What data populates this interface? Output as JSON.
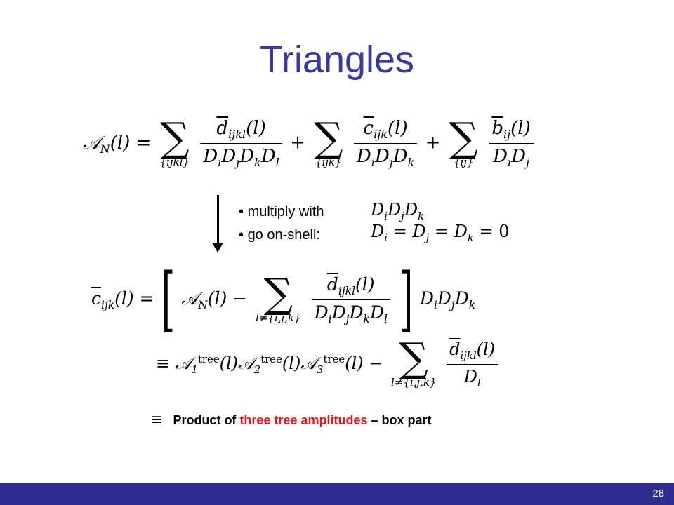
{
  "title": "Triangles",
  "equation1": {
    "lhs": "𝒜N(l) =",
    "term1_num": "d̄ijkl(l)",
    "term1_den": "DiDjDkDl",
    "term1_lim": "{ijkl}",
    "term2_num": "c̄ijk(l)",
    "term2_den": "DiDjDk",
    "term2_lim": "{ijk}",
    "term3_num": "b̄ij(l)",
    "term3_den": "DiDj",
    "term3_lim": "{ij}"
  },
  "bullets": [
    "multiply with",
    "go on-shell:"
  ],
  "bullet_math": [
    "DiDjDk",
    "Di = Dj = Dk = 0"
  ],
  "equation2": {
    "lhs": "c̄ijk(l) =",
    "inner": "𝒜N(l) −",
    "lim": "l≠{i,j,k}",
    "num": "d̄ijkl(l)",
    "den": "DiDjDkDl",
    "tail": "DiDjDk"
  },
  "equation3": {
    "lead": "≡ 𝒜1tree(l)𝒜2tree(l)𝒜3tree(l) −",
    "lim": "l≠{i,j,k}",
    "num": "d̄ijkl(l)",
    "den": "Dl"
  },
  "product_line": {
    "equiv": "≡",
    "part1": "Product of ",
    "part2": "three tree amplitudes",
    "part3": " – box part"
  },
  "page_number": "28",
  "colors": {
    "title": "#3a3a9c",
    "footer": "#2e2e8e",
    "highlight": "#e8151b"
  }
}
